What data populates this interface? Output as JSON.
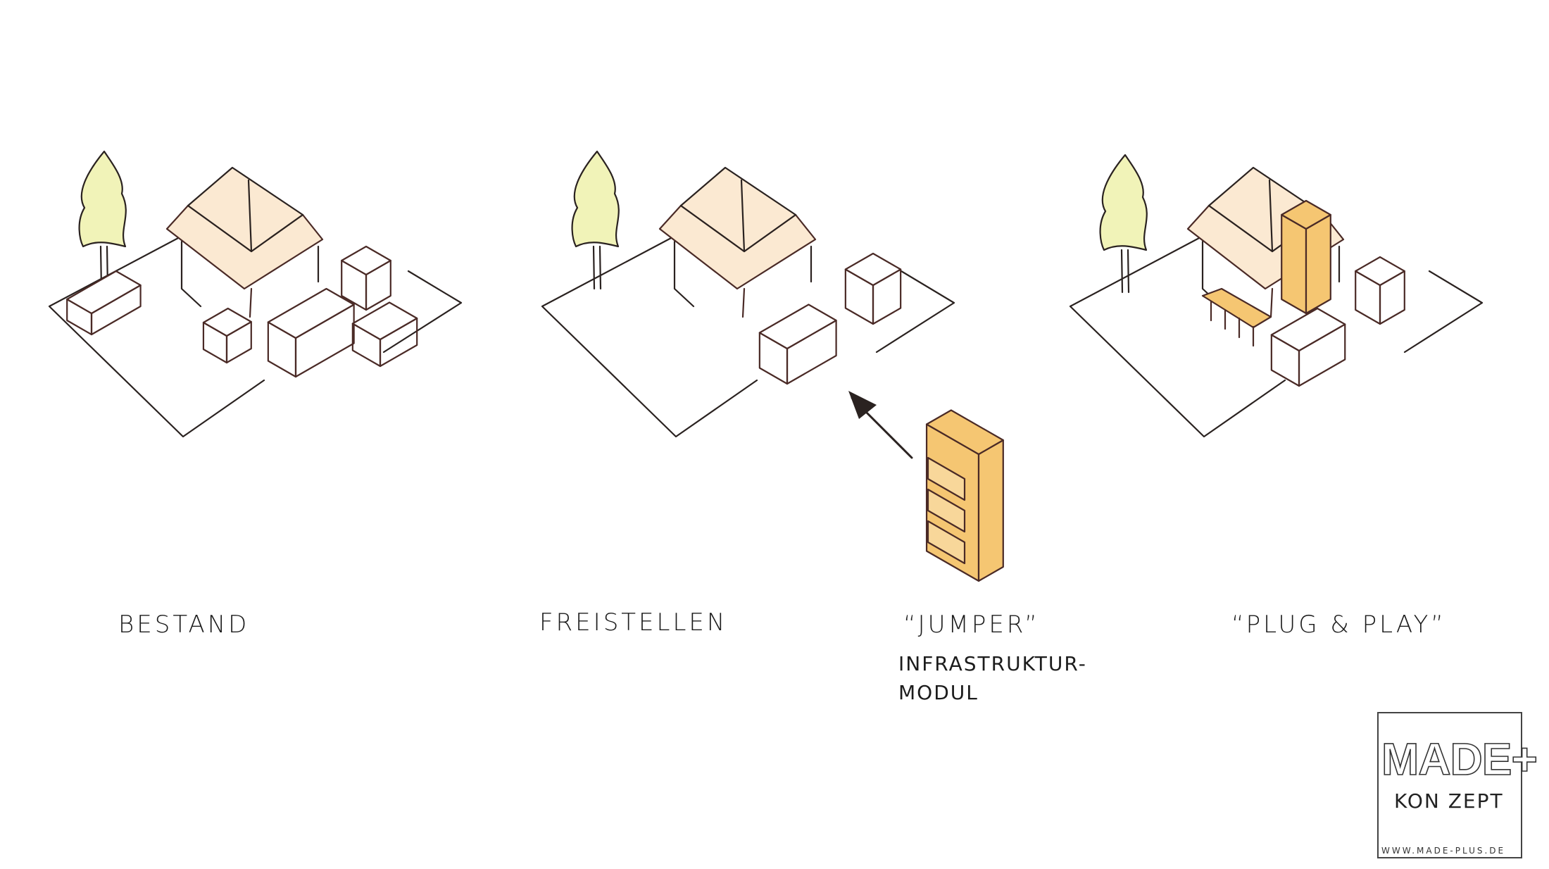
{
  "labels": {
    "bestand": "BESTAND",
    "freistellen": "FREISTELLEN",
    "jumper": "“JUMPER”",
    "infrastruktur": "INFRASTRUKTUR-",
    "modul": "MODUL",
    "plug_play": "“PLUG & PLAY”"
  },
  "logo": {
    "made": "MADE+",
    "konzept": "KON ZEPT",
    "url": "WWW.MADE-PLUS.DE"
  },
  "colors": {
    "tree": "#f1f3b8",
    "roof": "#fbe9d2",
    "module": "#f5c672",
    "ink": "#2a2220"
  }
}
